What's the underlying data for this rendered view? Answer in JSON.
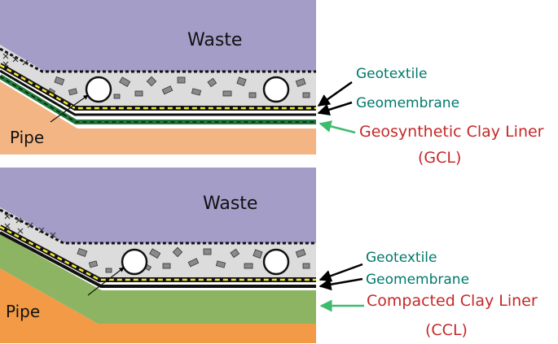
{
  "diagrams": [
    {
      "id": "top",
      "waste_label": "Waste",
      "pipe_label": "Pipe",
      "labels": [
        "Geotextile",
        "Geomembrane"
      ],
      "liner_line1": "Geosynthetic Clay Liner",
      "liner_line2": "(GCL)"
    },
    {
      "id": "bottom",
      "waste_label": "Waste",
      "pipe_label": "Pipe",
      "labels": [
        "Geotextile",
        "Geomembrane"
      ],
      "liner_line1": "Compacted Clay Liner",
      "liner_line2": "(CCL)"
    }
  ],
  "colors": {
    "waste": "#a49dc8",
    "drainage": "#dcdcdc",
    "soil_top": "#f4b584",
    "soil_bottom": "#f29a45",
    "ccl": "#8db463",
    "gcl": "#1f7a3a",
    "geotextile": "#f4e830",
    "teal_text": "#00796b",
    "red_text": "#c62828",
    "green_arrow": "#3dbb6e"
  }
}
